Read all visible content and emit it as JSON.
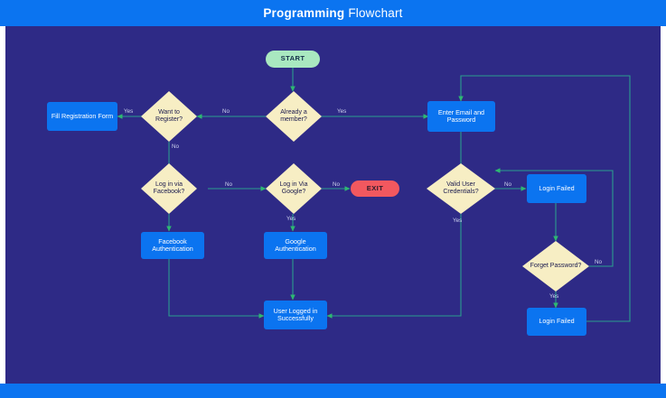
{
  "header": {
    "title_bold": "Programming",
    "title_normal": "Flowchart",
    "bar_color": "#0b74f0",
    "text_color": "#ffffff"
  },
  "canvas": {
    "background": "#2e2a86",
    "connector_color": "#2a9d8f",
    "arrow_color": "#2eb872"
  },
  "palette": {
    "process_fill": "#0b74f0",
    "process_text": "#ffffff",
    "decision_fill": "#f7eec4",
    "decision_text": "#1a1a4e",
    "start_fill": "#a9e8c0",
    "exit_fill": "#f2585f",
    "edge_label": "#cfd4ef"
  },
  "chart_data": {
    "type": "diagram",
    "title": "Programming Flowchart",
    "nodes": [
      {
        "id": "start",
        "label": "START",
        "shape": "terminator",
        "fill": "#a9e8c0"
      },
      {
        "id": "already_member",
        "label": "Already a member?",
        "shape": "decision",
        "fill": "#f7eec4"
      },
      {
        "id": "want_register",
        "label": "Want to Register?",
        "shape": "decision",
        "fill": "#f7eec4"
      },
      {
        "id": "fill_registration",
        "label": "Fill Registration Form",
        "shape": "process",
        "fill": "#0b74f0"
      },
      {
        "id": "enter_email",
        "label": "Enter Email and Password",
        "shape": "process",
        "fill": "#0b74f0"
      },
      {
        "id": "login_facebook",
        "label": "Log in via Facebook?",
        "shape": "decision",
        "fill": "#f7eec4"
      },
      {
        "id": "login_google",
        "label": "Log in Via Google?",
        "shape": "decision",
        "fill": "#f7eec4"
      },
      {
        "id": "exit",
        "label": "EXIT",
        "shape": "terminator",
        "fill": "#f2585f"
      },
      {
        "id": "valid_credentials",
        "label": "Valid User Credentials?",
        "shape": "decision",
        "fill": "#f7eec4"
      },
      {
        "id": "login_failed_top",
        "label": "Login Failed",
        "shape": "process",
        "fill": "#0b74f0"
      },
      {
        "id": "forget_password",
        "label": "Forget Password?",
        "shape": "decision",
        "fill": "#f7eec4"
      },
      {
        "id": "login_failed_bottom",
        "label": "Login Failed",
        "shape": "process",
        "fill": "#0b74f0"
      },
      {
        "id": "facebook_auth",
        "label": "Facebook Authentication",
        "shape": "process",
        "fill": "#0b74f0"
      },
      {
        "id": "google_auth",
        "label": "Google Authentication",
        "shape": "process",
        "fill": "#0b74f0"
      },
      {
        "id": "user_logged_in",
        "label": "User Logged in Successfully",
        "shape": "process",
        "fill": "#0b74f0"
      }
    ],
    "edges": [
      {
        "from": "start",
        "to": "already_member",
        "label": ""
      },
      {
        "from": "already_member",
        "to": "want_register",
        "label": "No"
      },
      {
        "from": "already_member",
        "to": "enter_email",
        "label": "Yes"
      },
      {
        "from": "want_register",
        "to": "fill_registration",
        "label": "Yes"
      },
      {
        "from": "want_register",
        "to": "login_facebook",
        "label": "No"
      },
      {
        "from": "login_facebook",
        "to": "login_google",
        "label": "No"
      },
      {
        "from": "login_facebook",
        "to": "facebook_auth",
        "label": ""
      },
      {
        "from": "login_google",
        "to": "exit",
        "label": "No"
      },
      {
        "from": "login_google",
        "to": "google_auth",
        "label": "Yes"
      },
      {
        "from": "facebook_auth",
        "to": "user_logged_in",
        "label": ""
      },
      {
        "from": "google_auth",
        "to": "user_logged_in",
        "label": ""
      },
      {
        "from": "enter_email",
        "to": "valid_credentials",
        "label": ""
      },
      {
        "from": "valid_credentials",
        "to": "login_failed_top",
        "label": "No"
      },
      {
        "from": "valid_credentials",
        "to": "user_logged_in",
        "label": "Yes"
      },
      {
        "from": "login_failed_top",
        "to": "forget_password",
        "label": ""
      },
      {
        "from": "forget_password",
        "to": "enter_email",
        "label": "No"
      },
      {
        "from": "forget_password",
        "to": "login_failed_bottom",
        "label": "Yes"
      },
      {
        "from": "login_failed_bottom",
        "to": "enter_email",
        "label": ""
      }
    ],
    "edge_labels": [
      "Yes",
      "No",
      "Yes",
      "No",
      "No",
      "No",
      "Yes",
      "No",
      "Yes",
      "Yes"
    ]
  },
  "nodes": {
    "start": "START",
    "already_member": "Already a member?",
    "want_register": "Want to Register?",
    "fill_registration": "Fill Registration Form",
    "enter_email": "Enter Email and Password",
    "login_facebook": "Log in via Facebook?",
    "login_google": "Log in Via Google?",
    "exit": "EXIT",
    "valid_credentials": "Valid User Credentials?",
    "login_failed_top": "Login Failed",
    "forget_password": "Forget Password?",
    "login_failed_bottom": "Login Failed",
    "facebook_auth": "Facebook Authentication",
    "google_auth": "Google Authentication",
    "user_logged_in": "User Logged in Successfully"
  },
  "labels": {
    "member_no": "No",
    "member_yes": "Yes",
    "register_yes": "Yes",
    "register_no": "No",
    "facebook_no": "No",
    "google_no": "No",
    "google_yes": "Yes",
    "credentials_no": "No",
    "credentials_yes": "Yes",
    "forget_no": "No",
    "forget_yes": "Yes"
  }
}
